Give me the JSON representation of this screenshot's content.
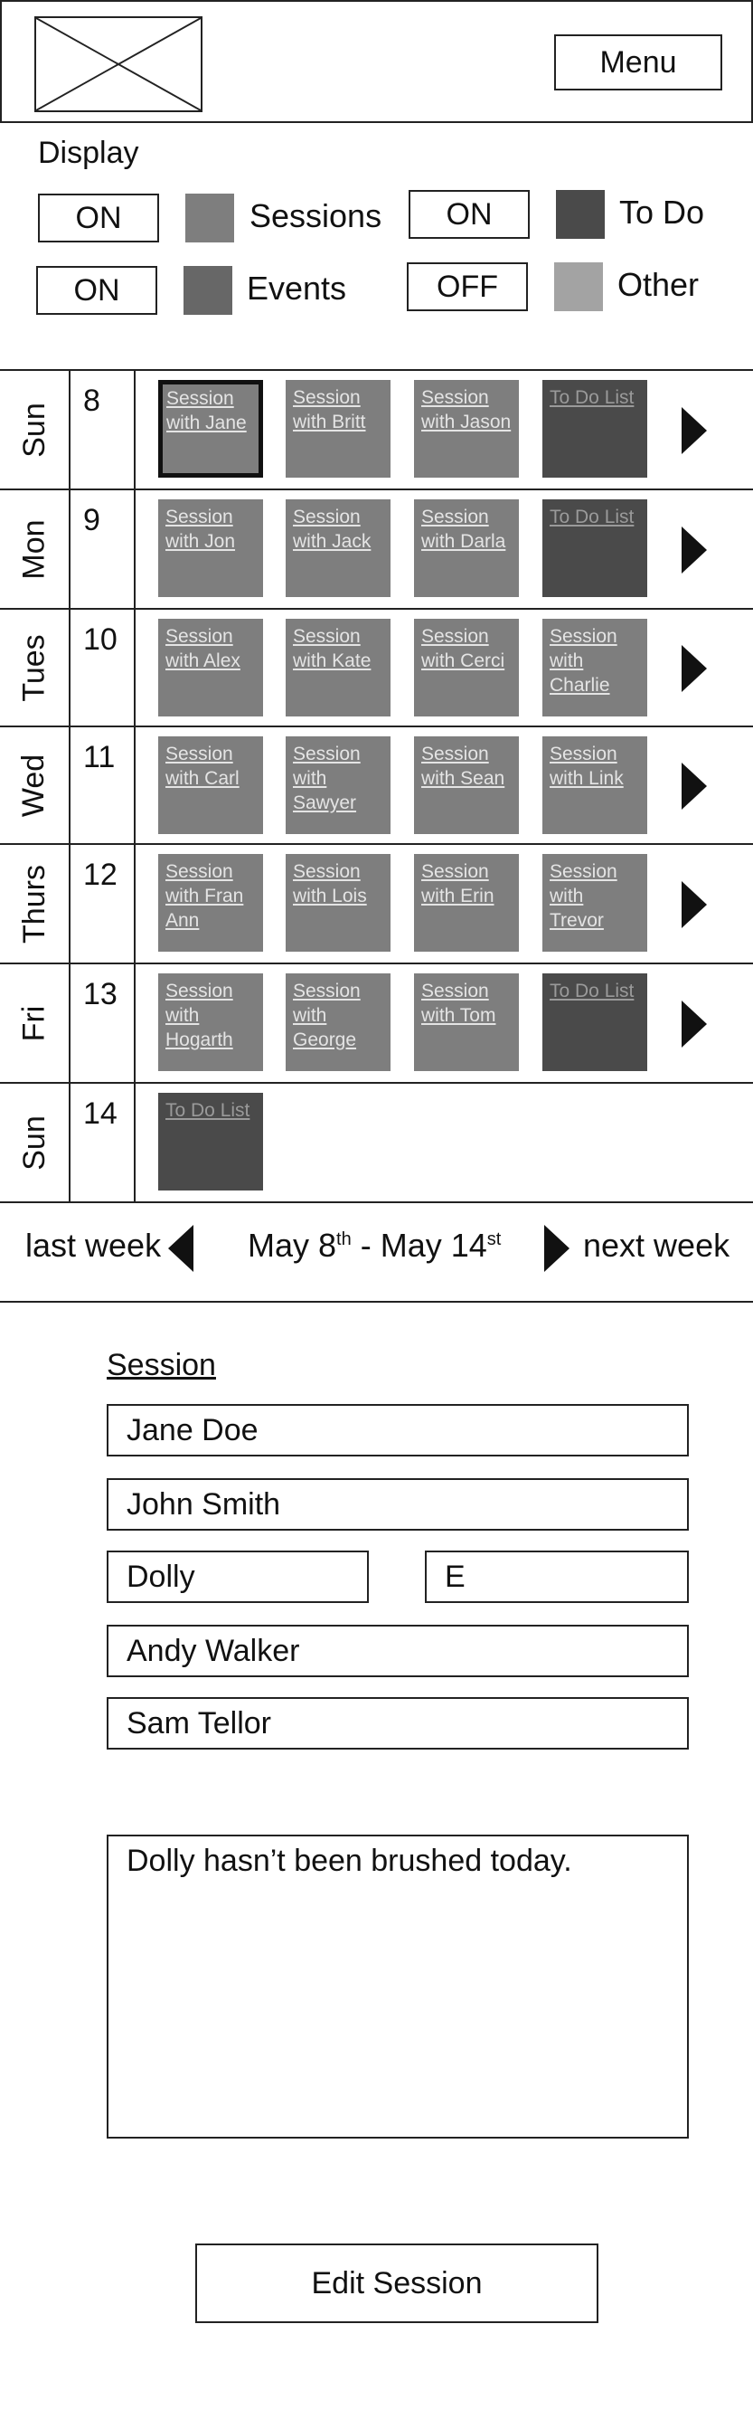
{
  "header": {
    "menu_label": "Menu",
    "logo_icon": "image-placeholder-icon"
  },
  "display": {
    "title": "Display",
    "toggles": [
      {
        "state": "ON",
        "label": "Sessions",
        "color": "#7e7e7e"
      },
      {
        "state": "ON",
        "label": "To Do",
        "color": "#4a4a4a"
      },
      {
        "state": "ON",
        "label": "Events",
        "color": "#676767"
      },
      {
        "state": "OFF",
        "label": "Other",
        "color": "#a3a3a3"
      }
    ]
  },
  "calendar": {
    "days": [
      {
        "name": "Sun",
        "date": "8",
        "items": [
          {
            "type": "session",
            "text": "Session with Jane",
            "selected": true
          },
          {
            "type": "session",
            "text": "Session with Britt"
          },
          {
            "type": "session",
            "text": "Session with Jason"
          },
          {
            "type": "todo",
            "text": "To Do List"
          }
        ]
      },
      {
        "name": "Mon",
        "date": "9",
        "items": [
          {
            "type": "session",
            "text": "Session with Jon"
          },
          {
            "type": "session",
            "text": "Session with Jack"
          },
          {
            "type": "session",
            "text": "Session with Darla"
          },
          {
            "type": "todo",
            "text": "To Do List"
          }
        ]
      },
      {
        "name": "Tues",
        "date": "10",
        "items": [
          {
            "type": "session",
            "text": "Session with Alex"
          },
          {
            "type": "session",
            "text": "Session with Kate"
          },
          {
            "type": "session",
            "text": "Session with Cerci"
          },
          {
            "type": "session",
            "text": "Session with Charlie"
          }
        ]
      },
      {
        "name": "Wed",
        "date": "11",
        "items": [
          {
            "type": "session",
            "text": "Session with Carl"
          },
          {
            "type": "session",
            "text": "Session with Sawyer"
          },
          {
            "type": "session",
            "text": "Session with Sean"
          },
          {
            "type": "session",
            "text": "Session with Link"
          }
        ]
      },
      {
        "name": "Thurs",
        "date": "12",
        "items": [
          {
            "type": "session",
            "text": "Session with Fran Ann"
          },
          {
            "type": "session",
            "text": "Session with Lois"
          },
          {
            "type": "session",
            "text": "Session with Erin"
          },
          {
            "type": "session",
            "text": "Session with Trevor"
          }
        ]
      },
      {
        "name": "Fri",
        "date": "13",
        "items": [
          {
            "type": "session",
            "text": "Session with Hogarth"
          },
          {
            "type": "session",
            "text": "Session with George"
          },
          {
            "type": "session",
            "text": "Session with Tom"
          },
          {
            "type": "todo",
            "text": "To Do List"
          }
        ]
      },
      {
        "name": "Sun",
        "date": "14",
        "items": [
          {
            "type": "todo",
            "text": "To Do List"
          }
        ]
      }
    ],
    "nav": {
      "last_week": "last week",
      "next_week": "next week",
      "range_start": "May 8",
      "range_start_sup": "th",
      "range_sep": " - May 14",
      "range_end_sup": "st"
    }
  },
  "session": {
    "title": "Session",
    "fields": {
      "client": "Jane Doe",
      "staff": "John Smith",
      "pet": "Dolly",
      "code": "E",
      "trainer": "Andy Walker",
      "groomer": "Sam Tellor"
    },
    "notes": "Dolly hasn’t been brushed today.",
    "edit_label": "Edit Session"
  }
}
